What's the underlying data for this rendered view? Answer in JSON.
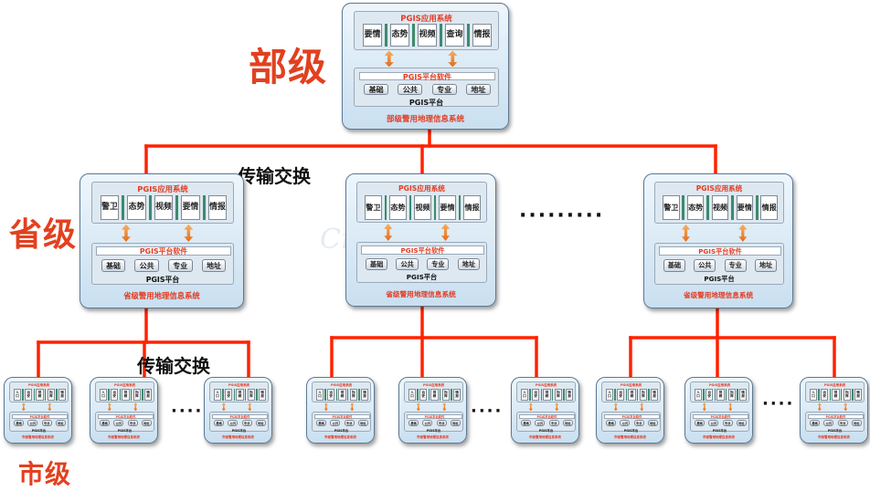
{
  "levels": {
    "ministry": "部级",
    "province": "省级",
    "city": "市级"
  },
  "transfer_label": "传输交换",
  "ellipsis": "·········",
  "ellipsis_short": "····",
  "watermark": "Creation",
  "ministry_system": {
    "app_title": "PGIS应用系统",
    "modules": [
      "要情",
      "态势",
      "视频",
      "查询",
      "情报"
    ],
    "software": "PGIS平台软件",
    "components": [
      "基础",
      "公共",
      "专业",
      "地址"
    ],
    "platform": "PGIS平台",
    "caption": "部级警用地理信息系统"
  },
  "province_system": {
    "app_title": "PGIS应用系统",
    "modules": [
      "警卫",
      "态势",
      "视频",
      "要情",
      "情报"
    ],
    "software": "PGIS平台软件",
    "components": [
      "基础",
      "公共",
      "专业",
      "地址"
    ],
    "platform": "PGIS平台",
    "caption": "省级警用地理信息系统"
  },
  "city_system": {
    "app_title": "PGIS应用系统",
    "modules": [
      "人口",
      "治安",
      "视频",
      "指挥",
      "情报"
    ],
    "software": "PGIS平台软件",
    "components": [
      "基础",
      "公共",
      "专业",
      "地址"
    ],
    "platform": "PGIS平台",
    "caption": "市级警用地理信息系统"
  },
  "colors": {
    "connector": "#ff2200",
    "level_text": "#e2401f",
    "caption": "#e33b22"
  }
}
